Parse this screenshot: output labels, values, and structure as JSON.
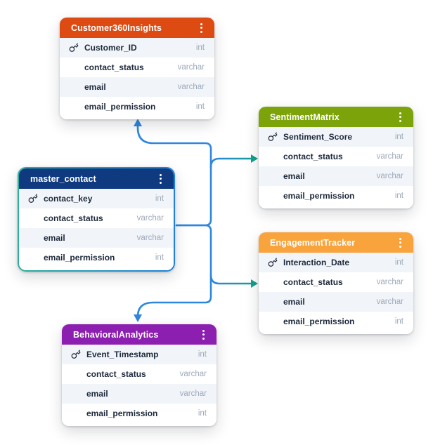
{
  "diagram": {
    "tables": [
      {
        "name": "Customer360Insights",
        "header_color": "#DD4A12",
        "selected": false,
        "fields": [
          {
            "name": "Customer_ID",
            "type": "int",
            "primary_key": true
          },
          {
            "name": "contact_status",
            "type": "varchar",
            "primary_key": false
          },
          {
            "name": "email",
            "type": "varchar",
            "primary_key": false
          },
          {
            "name": "email_permission",
            "type": "int",
            "primary_key": false
          }
        ]
      },
      {
        "name": "SentimentMatrix",
        "header_color": "#7CA40A",
        "selected": false,
        "fields": [
          {
            "name": "Sentiment_Score",
            "type": "int",
            "primary_key": true
          },
          {
            "name": "contact_status",
            "type": "varchar",
            "primary_key": false
          },
          {
            "name": "email",
            "type": "varchar",
            "primary_key": false
          },
          {
            "name": "email_permission",
            "type": "int",
            "primary_key": false
          }
        ]
      },
      {
        "name": "master_contact",
        "header_color": "#103A80",
        "selected": true,
        "fields": [
          {
            "name": "contact_key",
            "type": "int",
            "primary_key": true
          },
          {
            "name": "contact_status",
            "type": "varchar",
            "primary_key": false
          },
          {
            "name": "email",
            "type": "varchar",
            "primary_key": false
          },
          {
            "name": "email_permission",
            "type": "int",
            "primary_key": false
          }
        ]
      },
      {
        "name": "EngagementTracker",
        "header_color": "#F8A33C",
        "selected": false,
        "fields": [
          {
            "name": "Interaction_Date",
            "type": "int",
            "primary_key": true
          },
          {
            "name": "contact_status",
            "type": "varchar",
            "primary_key": false
          },
          {
            "name": "email",
            "type": "varchar",
            "primary_key": false
          },
          {
            "name": "email_permission",
            "type": "int",
            "primary_key": false
          }
        ]
      },
      {
        "name": "BehavioralAnalytics",
        "header_color": "#8D1FB0",
        "selected": false,
        "fields": [
          {
            "name": "Event_Timestamp",
            "type": "int",
            "primary_key": true
          },
          {
            "name": "contact_status",
            "type": "varchar",
            "primary_key": false
          },
          {
            "name": "email",
            "type": "varchar",
            "primary_key": false
          },
          {
            "name": "email_permission",
            "type": "int",
            "primary_key": false
          }
        ]
      }
    ],
    "relationships": [
      {
        "from": "master_contact",
        "to": "Customer360Insights",
        "color": "#2E86DE"
      },
      {
        "from": "master_contact",
        "to": "SentimentMatrix",
        "color": "#13A08D"
      },
      {
        "from": "master_contact",
        "to": "EngagementTracker",
        "color": "#13A08D"
      },
      {
        "from": "master_contact",
        "to": "BehavioralAnalytics",
        "color": "#2E86DE"
      }
    ],
    "colors": {
      "connector_blue": "#2E86DE",
      "connector_teal": "#13A08D",
      "selection_border_teal": "#2EAE9C",
      "selection_border_blue": "#2180DE",
      "row_alt_background": "#F1F5F9",
      "field_text": "#1E293B",
      "type_text": "#9DA9BA"
    },
    "icons": {
      "primary_key": "key-icon",
      "table_menu": "kebab-menu-icon"
    }
  }
}
